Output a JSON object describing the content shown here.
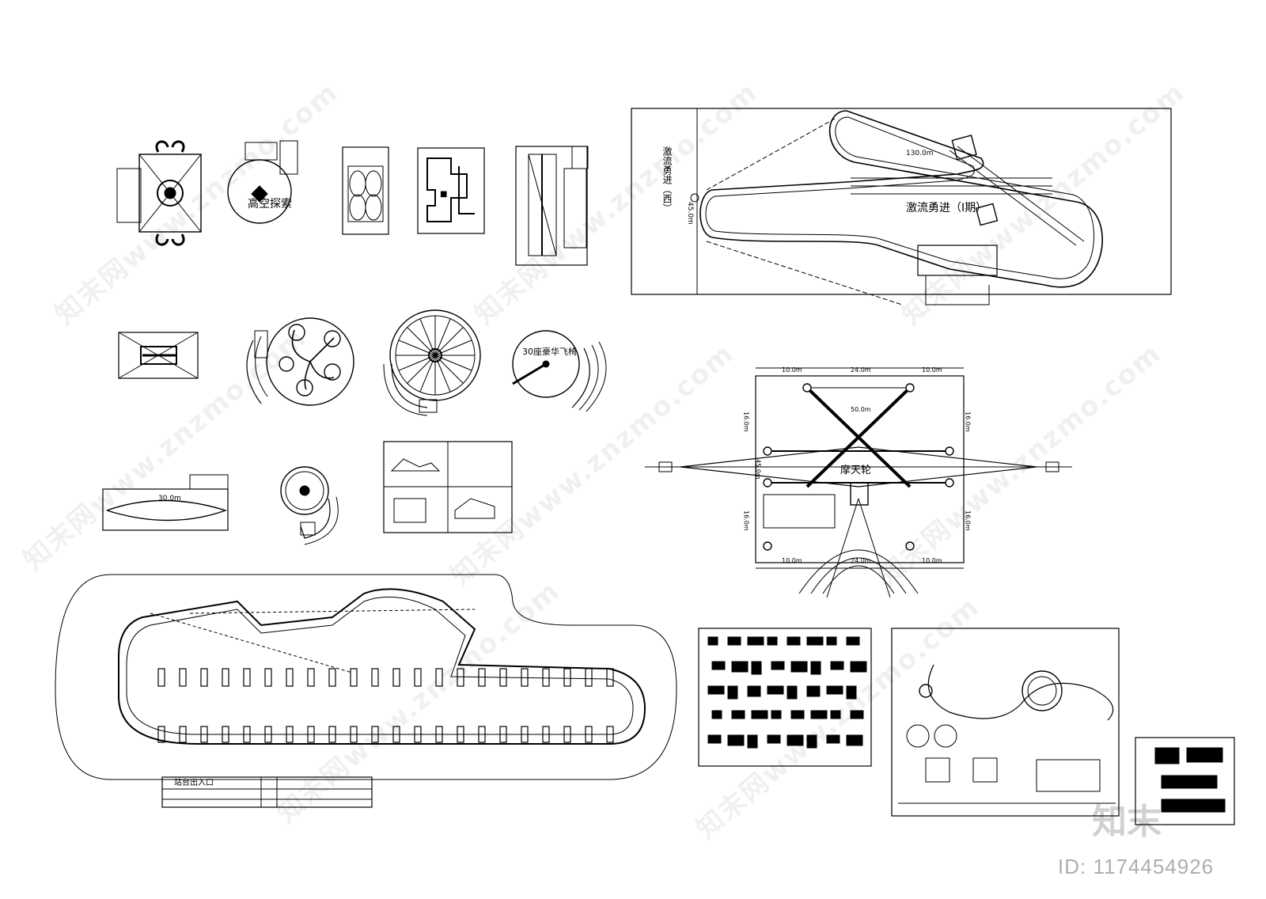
{
  "labels": {
    "rapid_rush_vertical": "激流勇进（西）",
    "rapid_rush": "激流勇进（I期）",
    "len_130": "130.0m",
    "len_45": "45.0m",
    "high_explore": "高空探索",
    "flying_30": "30座豪华飞椅",
    "ferris_wheel": "摩天轮",
    "dim_10a": "10.0m",
    "dim_24a": "24.0m",
    "dim_10b": "10.0m",
    "dim_50": "50.0m",
    "dim_16a": "16.0m",
    "dim_16b": "16.0m",
    "dim_16c": "16.0m",
    "dim_16d": "16.0m",
    "dim_45": "45.0m",
    "dim_10c": "10.0m",
    "dim_24b": "24.0m",
    "dim_10d": "10.0m",
    "len_30": "30.0m",
    "station_exit": "站台出入口"
  },
  "watermark": "知末网www.znzmo.com",
  "logo_text": "知末",
  "id_text": "ID: 1174454926"
}
